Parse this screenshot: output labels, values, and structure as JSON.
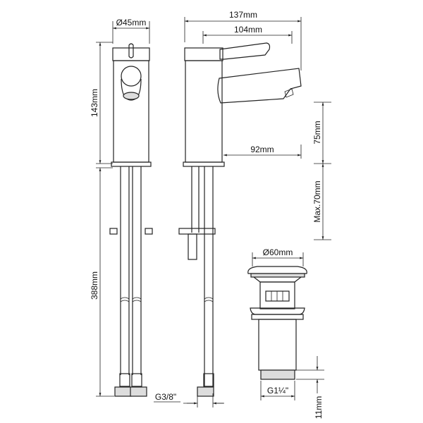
{
  "dimensions": {
    "body_diameter": "Ø45mm",
    "body_height": "143mm",
    "hose_length": "388mm",
    "total_length": "137mm",
    "lever_length": "104mm",
    "spout_reach": "92mm",
    "spout_height": "75mm",
    "max_deck_thickness": "Max.70mm",
    "hose_thread": "G3/8\"",
    "drain_diameter": "Ø60mm",
    "drain_thread": "G1¼\"",
    "drain_thread_length": "11mm"
  }
}
